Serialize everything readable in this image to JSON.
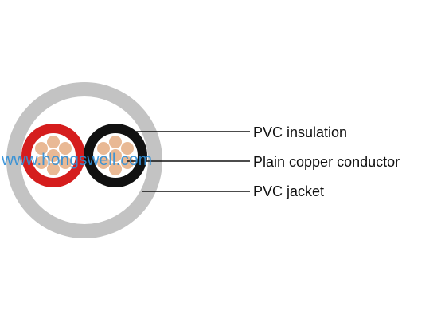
{
  "labels": {
    "insulation": "PVC insulation",
    "conductor": "Plain copper conductor",
    "jacket": "PVC jacket"
  },
  "watermark": "www.hongswell.com",
  "colors": {
    "jacket": "#c3c3c3",
    "jacket_inner": "#ffffff",
    "insulation_red": "#d51d1d",
    "insulation_black": "#111111",
    "copper": "#e9b995",
    "conductor_bg": "#ffffff",
    "leader_line": "#111111",
    "watermark": "#2f8fd8"
  }
}
